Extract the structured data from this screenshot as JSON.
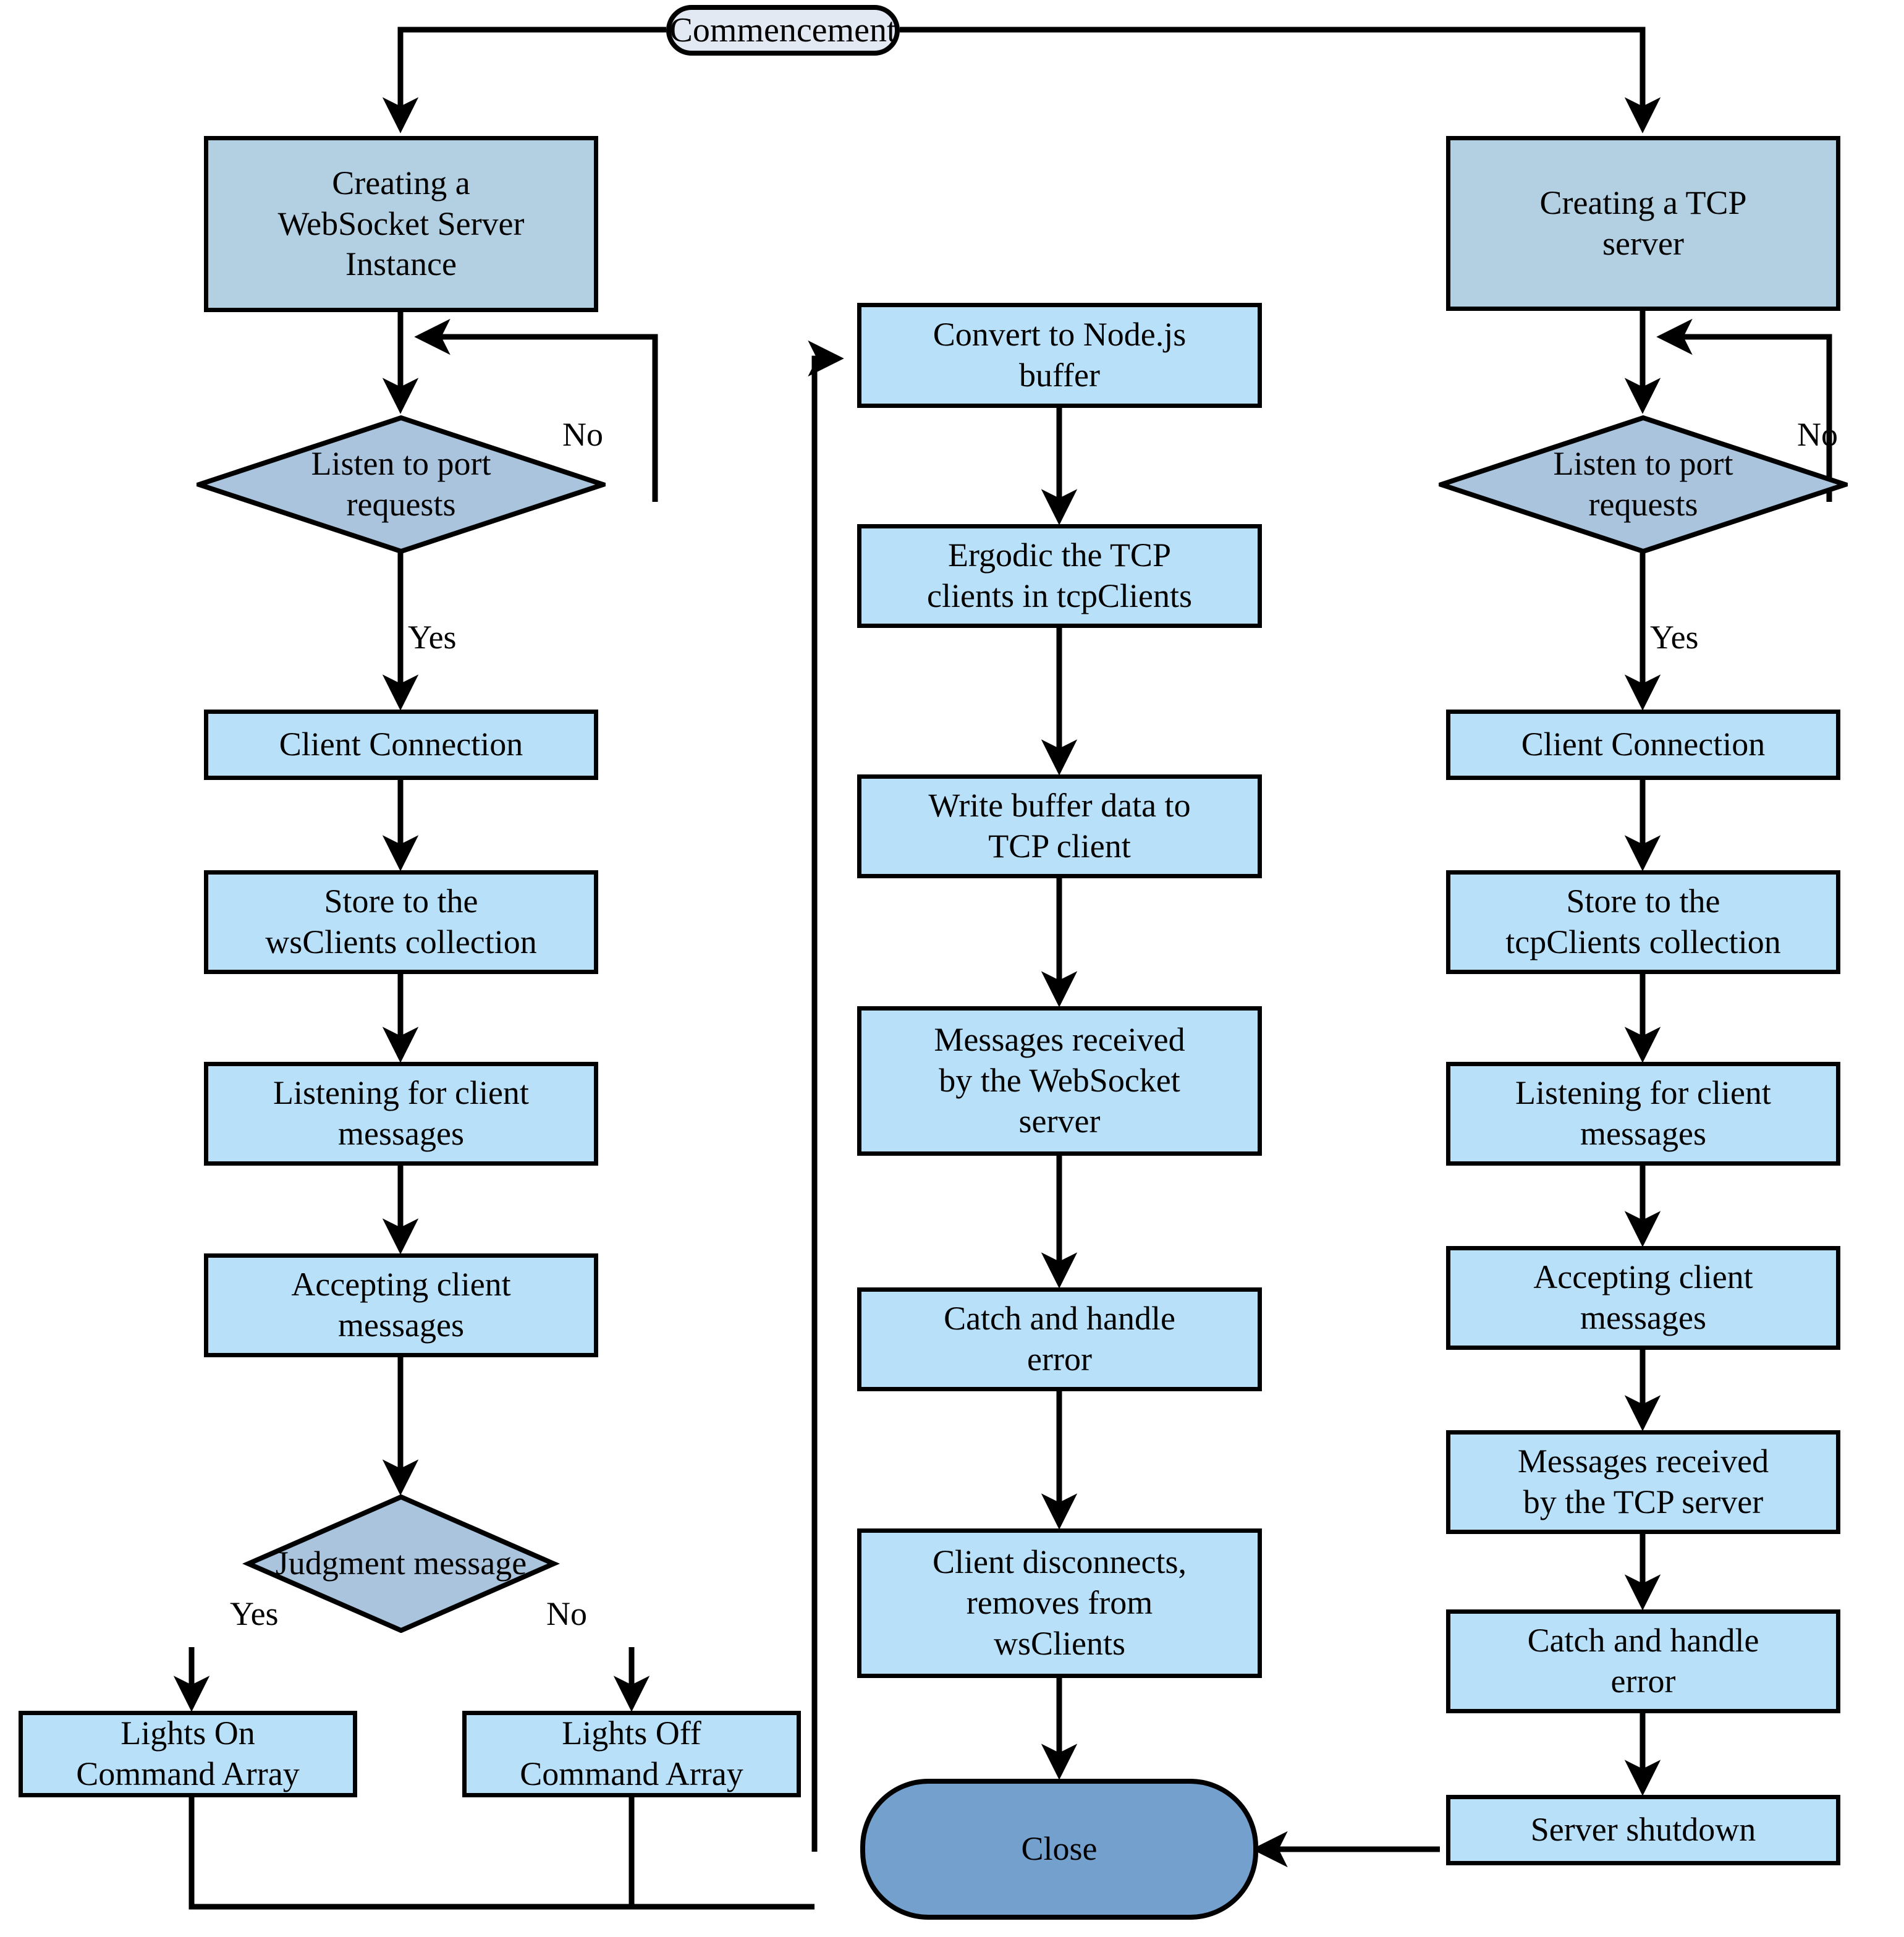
{
  "diagram": {
    "title": "WebSocket / TCP server bridge flowchart",
    "colors": {
      "process_fill": "#b9e0f9",
      "start_box_fill": "#b3cfe2",
      "decision_fill": "#a9c4dc",
      "terminator_fill": "#e2e9f2",
      "close_fill": "#74a0ce",
      "stroke": "#000000"
    },
    "start_node": {
      "label": "Commencement"
    },
    "end_node": {
      "label": "Close"
    },
    "left_column": {
      "name": "WebSocket server branch",
      "nodes": [
        {
          "id": "ws-create",
          "label": "Creating a\nWebSocket Server\nInstance",
          "shape": "process-dark"
        },
        {
          "id": "ws-listen",
          "label": "Listen to port\nrequests",
          "shape": "decision"
        },
        {
          "id": "ws-client-conn",
          "label": "Client Connection",
          "shape": "process"
        },
        {
          "id": "ws-store",
          "label": "Store to the\nwsClients collection",
          "shape": "process"
        },
        {
          "id": "ws-listening",
          "label": "Listening for client\nmessages",
          "shape": "process"
        },
        {
          "id": "ws-accepting",
          "label": "Accepting client\nmessages",
          "shape": "process"
        },
        {
          "id": "ws-judgment",
          "label": "Judgment message",
          "shape": "decision"
        },
        {
          "id": "ws-lights-on",
          "label": "Lights On\nCommand Array",
          "shape": "process"
        },
        {
          "id": "ws-lights-off",
          "label": "Lights Off\nCommand Array",
          "shape": "process"
        }
      ]
    },
    "middle_column": {
      "name": "Bridge / forwarding branch",
      "nodes": [
        {
          "id": "mid-convert",
          "label": "Convert to Node.js\nbuffer",
          "shape": "process"
        },
        {
          "id": "mid-ergodic",
          "label": "Ergodic the TCP\nclients in tcpClients",
          "shape": "process"
        },
        {
          "id": "mid-write",
          "label": "Write buffer data to\nTCP client",
          "shape": "process"
        },
        {
          "id": "mid-msg-ws",
          "label": "Messages received\nby the WebSocket\nserver",
          "shape": "process"
        },
        {
          "id": "mid-catch",
          "label": "Catch and handle\nerror",
          "shape": "process"
        },
        {
          "id": "mid-disconnect",
          "label": "Client disconnects,\nremoves from\nwsClients",
          "shape": "process"
        }
      ]
    },
    "right_column": {
      "name": "TCP server branch",
      "nodes": [
        {
          "id": "tcp-create",
          "label": "Creating a TCP\nserver",
          "shape": "process-dark"
        },
        {
          "id": "tcp-listen",
          "label": "Listen to port\nrequests",
          "shape": "decision"
        },
        {
          "id": "tcp-client-conn",
          "label": "Client Connection",
          "shape": "process"
        },
        {
          "id": "tcp-store",
          "label": "Store to the\ntcpClients collection",
          "shape": "process"
        },
        {
          "id": "tcp-listening",
          "label": "Listening for client\nmessages",
          "shape": "process"
        },
        {
          "id": "tcp-accepting",
          "label": "Accepting client\nmessages",
          "shape": "process"
        },
        {
          "id": "tcp-msg",
          "label": "Messages received\nby the TCP server",
          "shape": "process"
        },
        {
          "id": "tcp-catch",
          "label": "Catch and handle\nerror",
          "shape": "process"
        },
        {
          "id": "tcp-shutdown",
          "label": "Server shutdown",
          "shape": "process"
        }
      ]
    },
    "edge_labels": [
      {
        "id": "ws-listen-no",
        "text": "No"
      },
      {
        "id": "ws-listen-yes",
        "text": "Yes"
      },
      {
        "id": "ws-judge-yes",
        "text": "Yes"
      },
      {
        "id": "ws-judge-no",
        "text": "No"
      },
      {
        "id": "tcp-listen-no",
        "text": "No"
      },
      {
        "id": "tcp-listen-yes",
        "text": "Yes"
      }
    ]
  }
}
